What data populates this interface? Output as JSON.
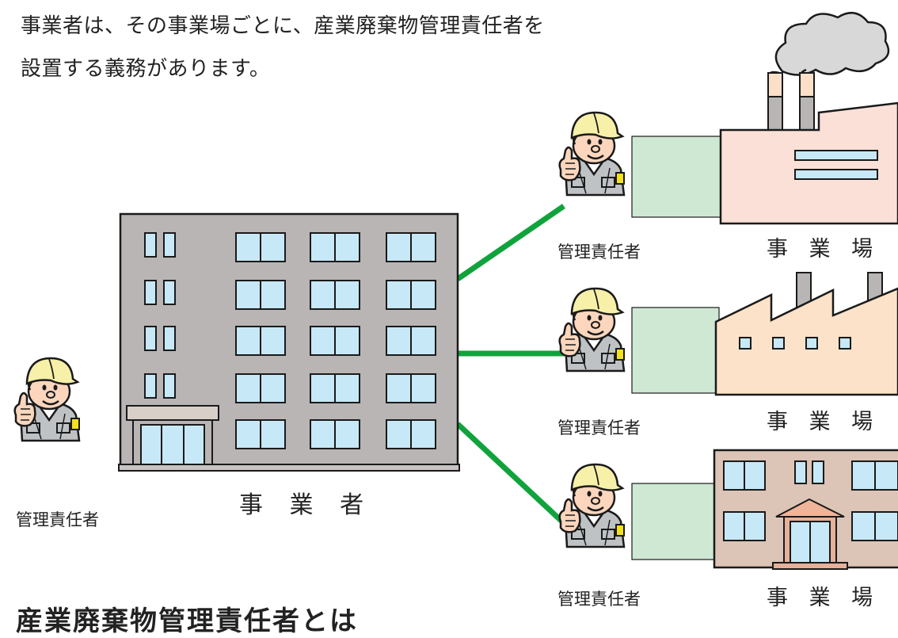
{
  "intro": {
    "line1": "事業者は、その事業場ごとに、産業廃棄物管理責任者を",
    "line2": "設置する義務があります。"
  },
  "labels": {
    "business_operator": "事 業 者",
    "manager": "管理責任者",
    "site": "事 業 場"
  },
  "heading_partial": "産業廃棄物管理責任者とは",
  "colors": {
    "connector": "#10a33c",
    "helmet": "#f6f0a8",
    "uniform": "#bfc2c5",
    "building": "#b9b5b5",
    "window": "#c7e8f6",
    "factory1": "#fbe0d8",
    "factory2": "#fbe2c8",
    "building3": "#dcc4b6",
    "link_band": "#cfe8d4"
  }
}
